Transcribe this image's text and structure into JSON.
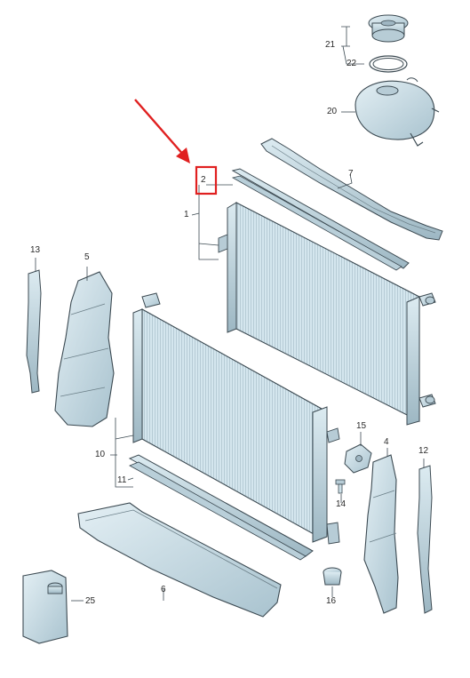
{
  "diagram": {
    "part_labels": {
      "p1": "1",
      "p2": "2",
      "p4": "4",
      "p5": "5",
      "p6": "6",
      "p7": "7",
      "p10": "10",
      "p11": "11",
      "p12": "12",
      "p13": "13",
      "p14": "14",
      "p15": "15",
      "p16": "16",
      "p20": "20",
      "p21": "21",
      "p22": "22",
      "p25": "25"
    },
    "colors": {
      "part_fill": "#cfe2ea",
      "part_stroke": "#3c4a52",
      "part_shadow": "#9fb6c2",
      "highlight_box": "#e02020",
      "arrow": "#e02020"
    },
    "highlighted_part": "2"
  }
}
